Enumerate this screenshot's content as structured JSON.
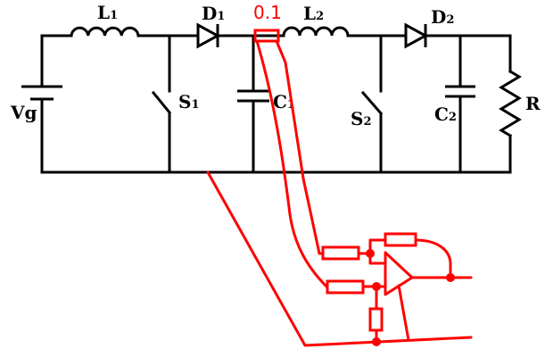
{
  "diagram": {
    "labels": {
      "vg": "Vg",
      "l1_main": "L",
      "l1_sub": "1",
      "d1_main": "D",
      "d1_sub": "1",
      "s1_main": "S",
      "s1_sub": "1",
      "c1_main": "C",
      "c1_sub": "1",
      "l2_main": "L",
      "l2_sub": "2",
      "d2_main": "D",
      "d2_sub": "2",
      "s2_main": "S",
      "s2_sub": "2",
      "c2_main": "C",
      "c2_sub": "2",
      "r": "R",
      "sense": "0.1"
    },
    "colors": {
      "circuit": "#000000",
      "sensing": "#ff0000",
      "background": "#ffffff"
    }
  }
}
